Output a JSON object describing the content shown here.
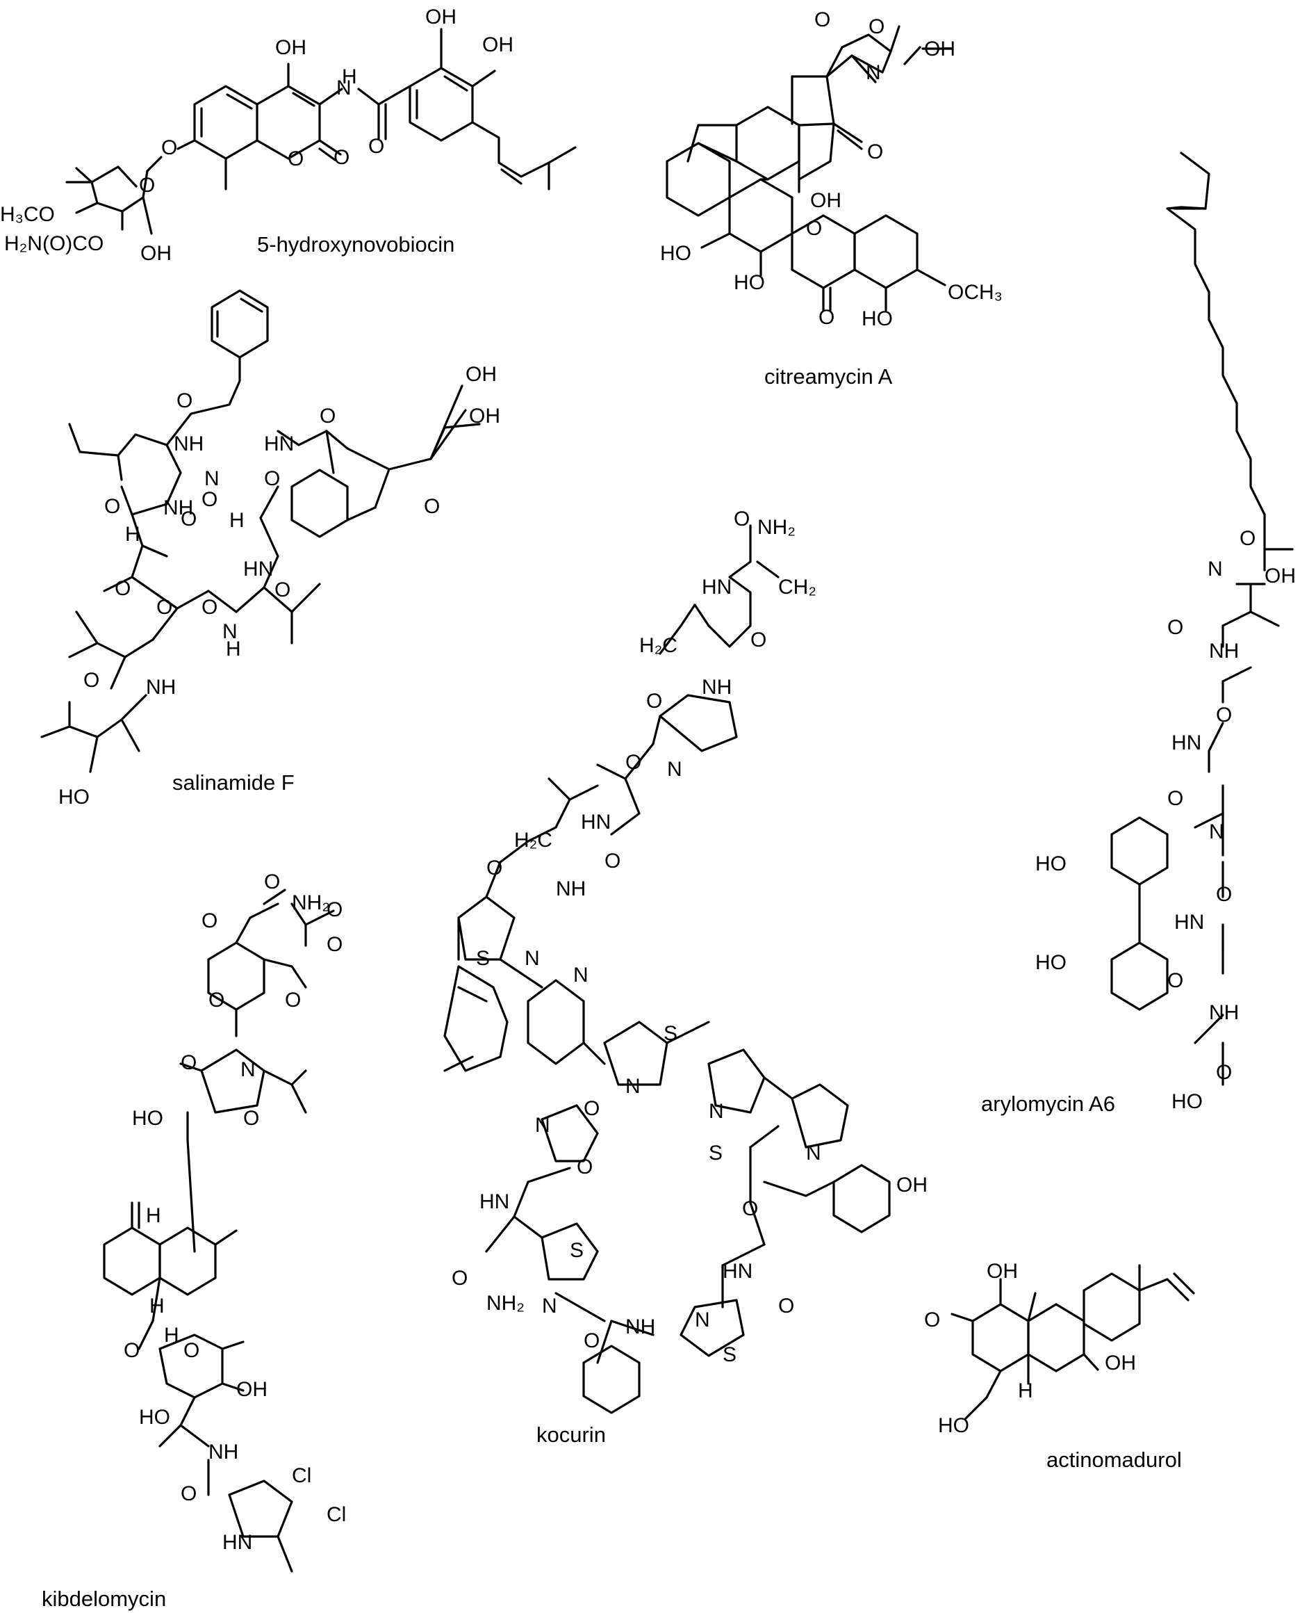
{
  "compounds": [
    {
      "name": "5-hydroxynovobiocin"
    },
    {
      "name": "citreamycin A"
    },
    {
      "name": "salinamide F"
    },
    {
      "name": "arylomycin A6"
    },
    {
      "name": "kocurin"
    },
    {
      "name": "kibdelomycin"
    },
    {
      "name": "actinomadurol"
    }
  ]
}
